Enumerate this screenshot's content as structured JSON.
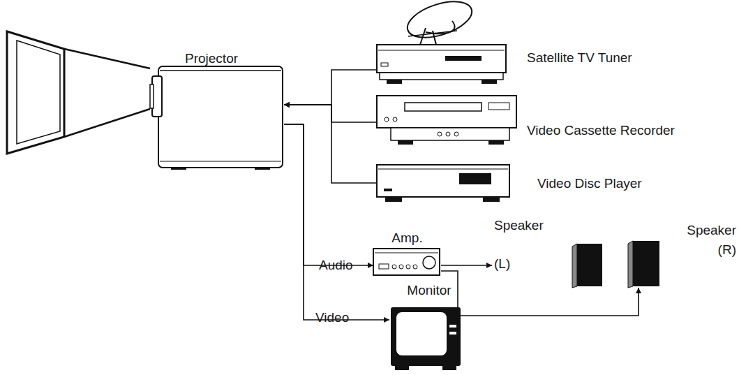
{
  "diagram": {
    "nodes": [
      {
        "text": [
          "Projector"
        ]
      },
      {
        "text": [
          "Satellite TV Tuner"
        ]
      },
      {
        "text": [
          "Video Cassette Recorder"
        ]
      },
      {
        "text": [
          "Video Disc Player"
        ]
      },
      {
        "text": [
          "Amp."
        ]
      },
      {
        "text": [
          "Speaker (L)"
        ]
      },
      {
        "text": [
          "Speaker (R)"
        ]
      },
      {
        "text": [
          "Monitor"
        ]
      }
    ],
    "edges": [
      {
        "from": 1,
        "to": 0,
        "arrow": "to"
      },
      {
        "from": 2,
        "to": 0,
        "arrow": "to"
      },
      {
        "from": 3,
        "to": 0,
        "arrow": "to"
      },
      {
        "from": 0,
        "to": 4,
        "label": "Audio",
        "arrow": "to"
      },
      {
        "from": 0,
        "to": 7,
        "label": "Video",
        "arrow": "to"
      },
      {
        "from": 4,
        "to": 5,
        "arrow": "to"
      },
      {
        "from": 4,
        "to": 6,
        "arrow": "to"
      }
    ]
  }
}
